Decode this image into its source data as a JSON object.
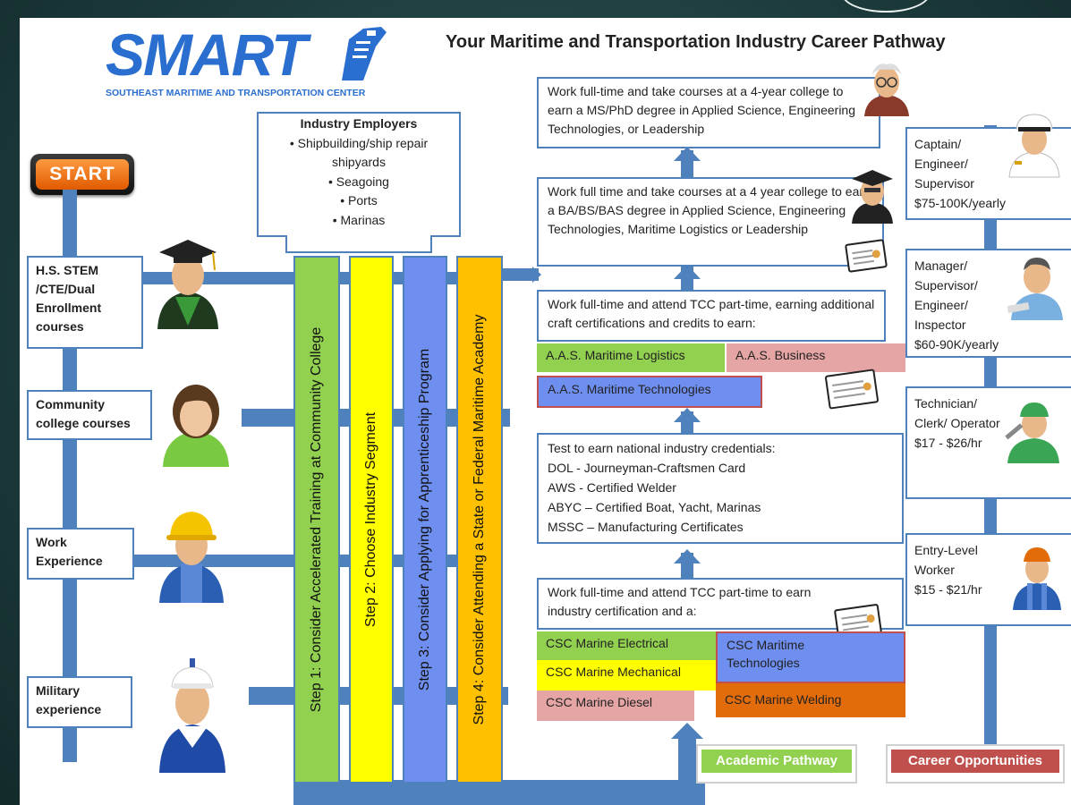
{
  "header": {
    "logo_main": "SMART",
    "logo_sub": "SOUTHEAST MARITIME AND TRANSPORTATION CENTER",
    "title": "Your Maritime and Transportation Industry Career Pathway"
  },
  "start_button": "START",
  "employers": {
    "title": "Industry Employers",
    "items": [
      "• Shipbuilding/ship repair",
      "shipyards",
      "• Seagoing",
      "• Ports",
      "• Marinas"
    ]
  },
  "entry_points": [
    {
      "label": "H.S. STEM /CTE/Dual Enrollment courses",
      "icon": "graduate-icon"
    },
    {
      "label": "Community college courses",
      "icon": "student-icon"
    },
    {
      "label": "Work Experience",
      "icon": "worker-hardhat-icon"
    },
    {
      "label": "Military experience",
      "icon": "sailor-icon"
    }
  ],
  "steps": [
    {
      "label": "Step 1: Consider Accelerated Training at Community College",
      "color": "#92d050"
    },
    {
      "label": "Step 2: Choose Industry Segment",
      "color": "#ffff00"
    },
    {
      "label": "Step 3: Consider Applying for Apprenticeship Program",
      "color": "#6f8ff0"
    },
    {
      "label": "Step 4: Consider Attending a State or Federal Maritime Academy",
      "color": "#ffc000"
    }
  ],
  "pathway": {
    "ms_phd": "Work full-time and take courses at a 4-year college to earn a MS/PhD degree in Applied Science, Engineering Technologies, or Leadership",
    "ba_bs": "Work full time and take courses at a 4 year college to earn a BA/BS/BAS degree in Applied Science, Engineering Technologies, Maritime Logistics or Leadership",
    "aas_intro": "Work full-time and attend TCC part-time, earning additional craft certifications and credits to earn:",
    "aas_chips": [
      {
        "label": "A.A.S. Maritime Logistics",
        "color": "#92d050"
      },
      {
        "label": "A.A.S. Business",
        "color": "#e6a5a5"
      },
      {
        "label": "A.A.S. Maritime Technologies",
        "color": "#6f8ff0"
      }
    ],
    "credentials": [
      "Test to earn national industry credentials:",
      "DOL - Journeyman-Craftsmen Card",
      "AWS - Certified Welder",
      "ABYC – Certified Boat, Yacht, Marinas",
      "MSSC – Manufacturing Certificates"
    ],
    "csc_intro": "Work full-time and attend TCC part-time to earn industry certification and a:",
    "csc_chips": [
      {
        "label": "CSC Marine Electrical",
        "color": "#92d050"
      },
      {
        "label": "CSC Marine Mechanical",
        "color": "#ffff00"
      },
      {
        "label": "CSC Marine Diesel",
        "color": "#e6a5a5"
      },
      {
        "label": "CSC Maritime Technologies",
        "color": "#6f8ff0"
      },
      {
        "label": "CSC Marine Welding",
        "color": "#e36c0a"
      }
    ]
  },
  "careers": [
    {
      "title": "Captain/ Engineer/ Supervisor",
      "pay": "$75-100K/yearly",
      "icon": "captain-icon"
    },
    {
      "title": "Manager/ Supervisor/ Engineer/ Inspector",
      "pay": "$60-90K/yearly",
      "icon": "manager-icon"
    },
    {
      "title": "Technician/ Clerk/ Operator",
      "pay": "$17 - $26/hr",
      "icon": "technician-icon"
    },
    {
      "title": "Entry-Level Worker",
      "pay": "$15 - $21/hr",
      "icon": "entry-worker-icon"
    }
  ],
  "legend": [
    {
      "label": "Academic Pathway",
      "color": "#92d050"
    },
    {
      "label": "Career Opportunities",
      "color": "#c0504d"
    }
  ]
}
